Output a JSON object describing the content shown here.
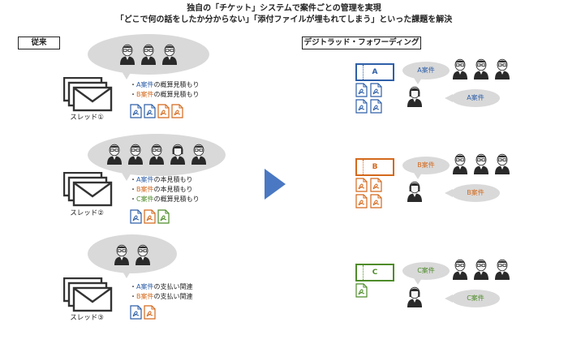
{
  "title": {
    "line1": "独自の「チケット」システムで案件ごとの管理を実現",
    "line2": "「どこで何の話をしたか分からない」「添付ファイルが埋もれてしまう」といった課題を解決"
  },
  "colors": {
    "A": "#2e5fa8",
    "B": "#d4691c",
    "C": "#4e8c2a",
    "arrow": "#4a78c2",
    "bubble": "#d9d9d9",
    "person": "#2a2a2a"
  },
  "left": {
    "label": "従来",
    "threads": [
      {
        "label": "スレッド①",
        "items": [
          {
            "case": "A案件",
            "color_key": "A",
            "rest": "の概算見積もり"
          },
          {
            "case": "B案件",
            "color_key": "B",
            "rest": "の概算見積もり"
          }
        ],
        "attachments": [
          "A",
          "A",
          "B",
          "B"
        ],
        "people": 3
      },
      {
        "label": "スレッド②",
        "items": [
          {
            "case": "A案件",
            "color_key": "A",
            "rest": "の本見積もり"
          },
          {
            "case": "B案件",
            "color_key": "B",
            "rest": "の本見積もり"
          },
          {
            "case": "C案件",
            "color_key": "C",
            "rest": "の概算見積もり"
          }
        ],
        "attachments": [
          "A",
          "B",
          "C"
        ],
        "people": 5
      },
      {
        "label": "スレッド③",
        "items": [
          {
            "case": "A案件",
            "color_key": "A",
            "rest": "の支払い関連"
          },
          {
            "case": "B案件",
            "color_key": "B",
            "rest": "の支払い関連"
          }
        ],
        "attachments": [
          "A",
          "B"
        ],
        "people": 2
      }
    ]
  },
  "right": {
    "label": "デジトラッド・フォワーディング",
    "tickets": [
      {
        "letter": "A",
        "color_key": "A",
        "bubble1": "A案件",
        "bubble2": "A案件",
        "attachments": 4
      },
      {
        "letter": "B",
        "color_key": "B",
        "bubble1": "B案件",
        "bubble2": "B案件",
        "attachments": 4
      },
      {
        "letter": "C",
        "color_key": "C",
        "bubble1": "C案件",
        "bubble2": "C案件",
        "attachments": 1
      }
    ]
  }
}
